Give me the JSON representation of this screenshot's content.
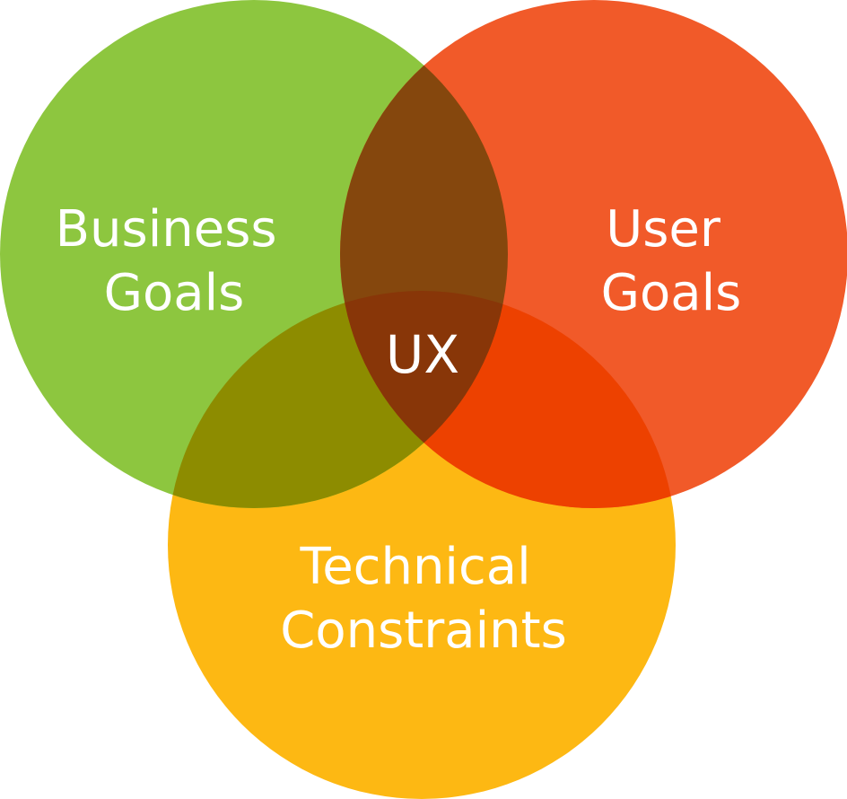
{
  "diagram": {
    "type": "venn",
    "sets": [
      {
        "id": "business",
        "label_lines": [
          "Business",
          "Goals"
        ],
        "color": "#8DC63F"
      },
      {
        "id": "user",
        "label_lines": [
          "User",
          "Goals"
        ],
        "color": "#F15A29"
      },
      {
        "id": "technical",
        "label_lines": [
          "Technical",
          "Constraints"
        ],
        "color": "#FDB813"
      }
    ],
    "intersections": {
      "business_user": {
        "color": "#85470D"
      },
      "business_technical": {
        "color": "#8D8C00"
      },
      "user_technical": {
        "color": "#ED4100"
      },
      "all": {
        "color": "#883608"
      }
    },
    "center_label": "UX"
  }
}
